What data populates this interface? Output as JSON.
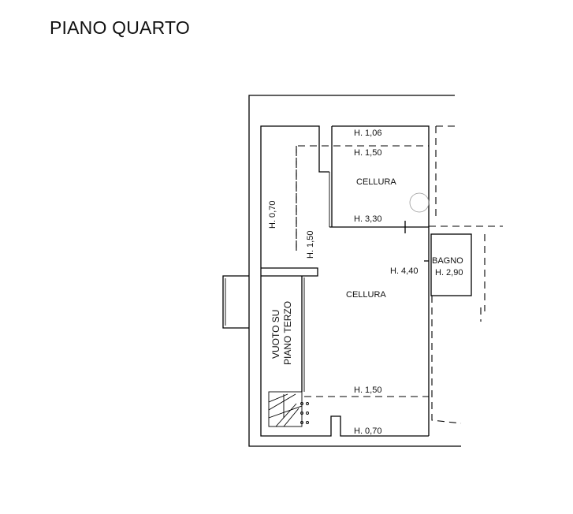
{
  "floor_title": "PIANO QUARTO",
  "labels": {
    "h_106": "H. 1,06",
    "h_150_top": "H. 1,50",
    "room_top": "CELLURA",
    "h_330": "H. 3,30",
    "h_070_left": "H. 0,70",
    "h_150_vert": "H. 1,50",
    "bagno": "BAGNO",
    "h_440": "H. 4,40",
    "h_290": "H. 2,90",
    "room_main": "CELLURA",
    "vuoto_1": "VUOTO SU",
    "vuoto_2": "PIANO TERZO",
    "h_150_bottom": "H. 1,50",
    "h_070_bottom": "H. 0,70"
  }
}
